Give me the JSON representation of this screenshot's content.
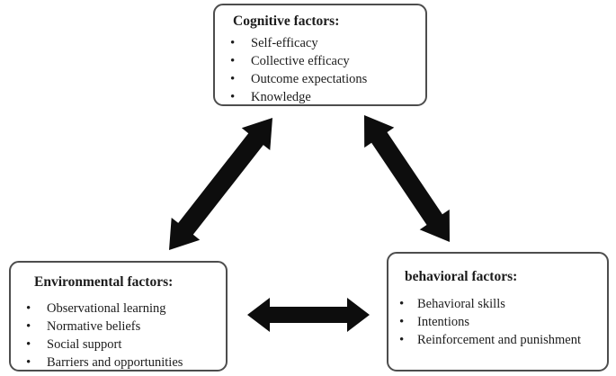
{
  "boxes": {
    "cognitive": {
      "heading": "Cognitive factors:",
      "items": [
        "Self-efficacy",
        "Collective efficacy",
        "Outcome expectations",
        "Knowledge"
      ]
    },
    "environmental": {
      "heading": "Environmental factors:",
      "items": [
        "Observational learning",
        "Normative beliefs",
        "Social support",
        "Barriers and opportunities"
      ]
    },
    "behavioral": {
      "heading": "behavioral factors:",
      "items": [
        "Behavioral skills",
        "Intentions",
        "Reinforcement and punishment"
      ]
    }
  },
  "arrows": [
    {
      "between": [
        "cognitive",
        "environmental"
      ],
      "style": "double-headed"
    },
    {
      "between": [
        "cognitive",
        "behavioral"
      ],
      "style": "double-headed"
    },
    {
      "between": [
        "environmental",
        "behavioral"
      ],
      "style": "double-headed"
    }
  ],
  "colors": {
    "arrow": "#0d0d0d",
    "box_border": "#4d4d4d",
    "text": "#1c1c1c",
    "background": "#ffffff"
  }
}
